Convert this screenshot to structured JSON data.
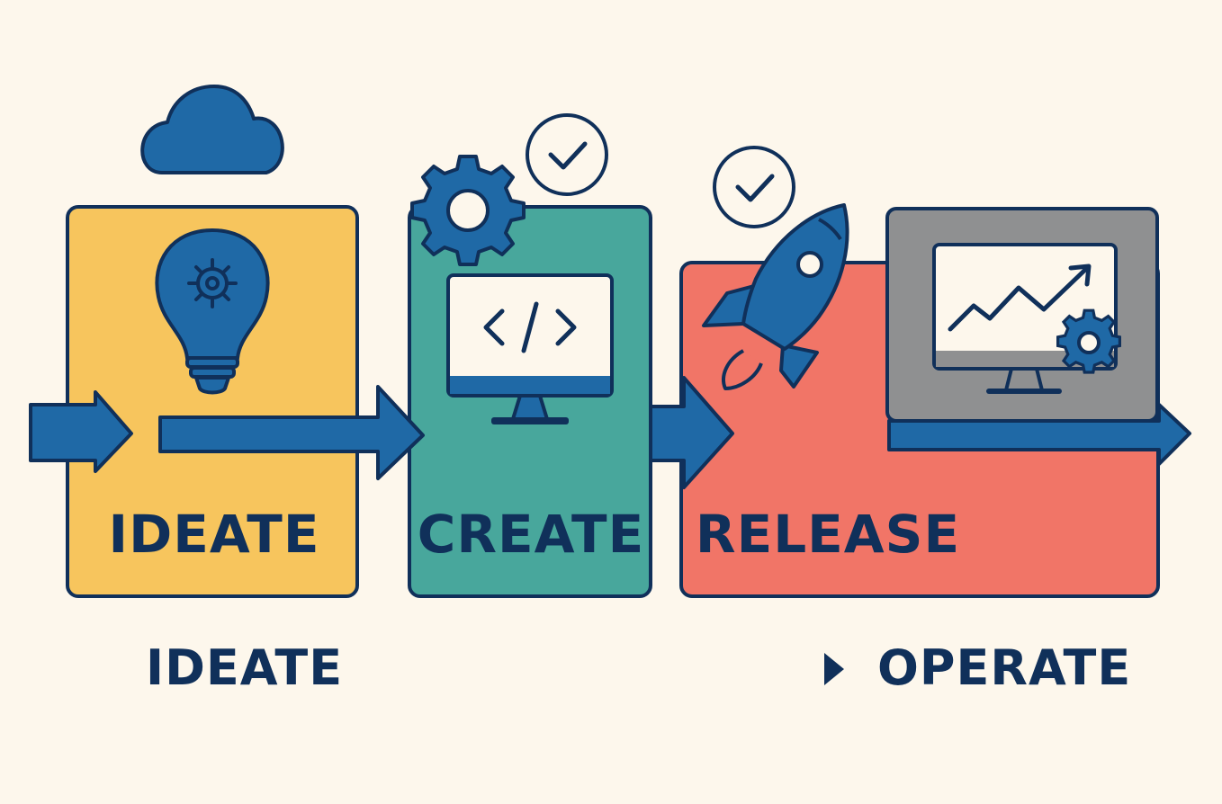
{
  "colors": {
    "background": "#fdf7ec",
    "outline": "#10305a",
    "blue": "#1f69a6",
    "ideate_box": "#f7c55d",
    "create_box": "#48a79c",
    "release_box": "#f17567",
    "operate_box": "#8f9091",
    "screen_white": "#fdf7ec"
  },
  "stages": [
    {
      "label": "IDEATE",
      "icon": "lightbulb-gear-icon"
    },
    {
      "label": "CREATE",
      "icon": "code-monitor-icon"
    },
    {
      "label": "RELEASE",
      "icon": "rocket-icon"
    },
    {
      "label": "",
      "icon": "analytics-monitor-icon"
    }
  ],
  "footer": {
    "left_label": "IDEATE",
    "right_label": "OPERATE",
    "right_marker_icon": "play-triangle-icon"
  },
  "decorations": [
    "cloud-icon",
    "gear-icon",
    "check-circle-icon",
    "check-circle-icon"
  ]
}
